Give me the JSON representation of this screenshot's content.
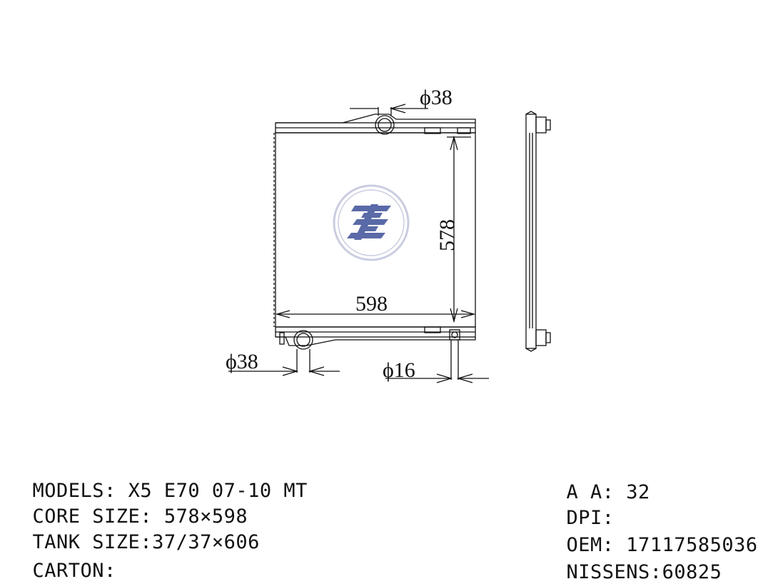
{
  "drawing": {
    "dim_inlet_top": "ϕ38",
    "dim_height": "578",
    "dim_width": "598",
    "dim_outlet_bottom": "ϕ38",
    "dim_drain": "ϕ16"
  },
  "specs_left": [
    {
      "label": "MODELS:",
      "value": " X5 E70 07-10 MT"
    },
    {
      "label": "CORE SIZE:",
      "value": " 578×598"
    },
    {
      "label": "TANK SIZE:",
      "value": "37/37×606"
    },
    {
      "label": "CARTON:",
      "value": ""
    }
  ],
  "specs_right": [
    {
      "label": "A A:",
      "value": " 32"
    },
    {
      "label": "DPI:",
      "value": ""
    },
    {
      "label": "OEM:",
      "value": " 17117585036"
    },
    {
      "label": "NISSENS:",
      "value": "60825"
    }
  ],
  "colors": {
    "line": "#111111",
    "logo": "#5a6aa8",
    "logo_ring": "#c9cde0"
  },
  "icons": {
    "logo": "ze-logo-icon"
  }
}
